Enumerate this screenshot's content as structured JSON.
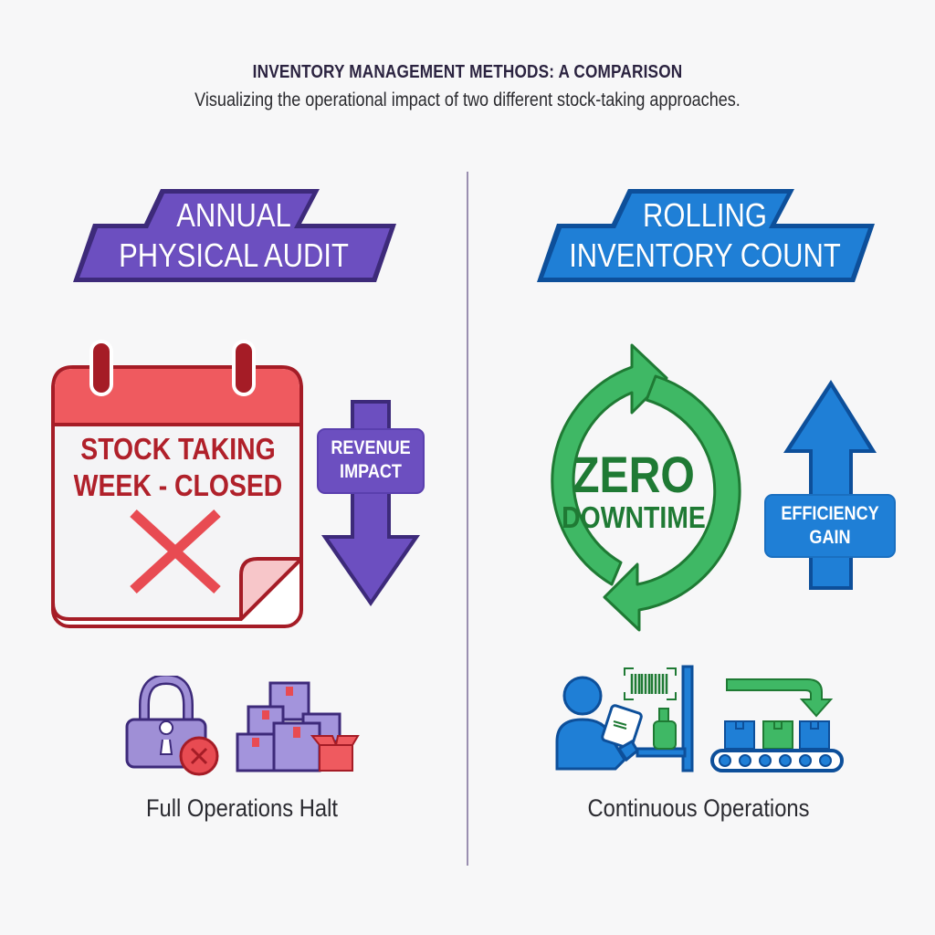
{
  "header": {
    "title": "INVENTORY MANAGEMENT METHODS: A COMPARISON",
    "subtitle": "Visualizing the operational impact of two different stock-taking approaches."
  },
  "colors": {
    "purple": "#6c4fc0",
    "purple_dark": "#3d2a7a",
    "blue": "#1f7fd6",
    "blue_dark": "#0d4f9a",
    "red": "#e84b52",
    "red_dark": "#a51c26",
    "green": "#3fb865",
    "green_dark": "#1f7a34",
    "divider": "#9a8fb0"
  },
  "left": {
    "banner_line1": "ANNUAL",
    "banner_line2": "PHYSICAL AUDIT",
    "calendar_line1": "STOCK TAKING",
    "calendar_line2": "WEEK - CLOSED",
    "arrow_label_line1": "REVENUE",
    "arrow_label_line2": "IMPACT",
    "arrow_direction": "down",
    "icons": [
      "lock-icon",
      "error-x-icon",
      "boxes-stack-icon",
      "open-box-icon"
    ],
    "caption": "Full Operations Halt"
  },
  "right": {
    "banner_line1": "ROLLING",
    "banner_line2": "INVENTORY COUNT",
    "cycle_line1": "ZERO",
    "cycle_line2": "DOWNTIME",
    "arrow_label_line1": "EFFICIENCY",
    "arrow_label_line2": "GAIN",
    "arrow_direction": "up",
    "icons": [
      "worker-with-tablet-icon",
      "barcode-scan-icon",
      "shelf-bottle-icon",
      "conveyor-belt-icon"
    ],
    "caption": "Continuous Operations"
  }
}
